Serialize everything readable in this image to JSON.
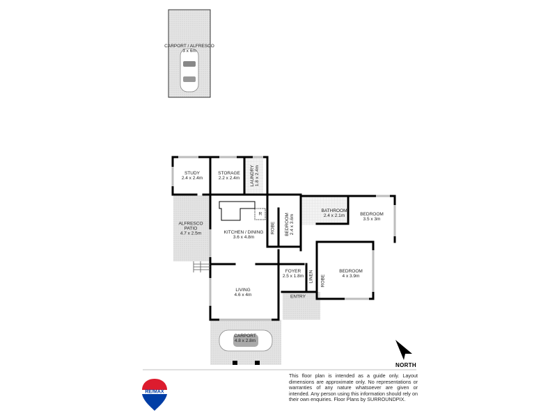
{
  "floorplan": {
    "rooms": [
      {
        "id": "carport-alfresco",
        "name": "CARPORT / ALFRESCO",
        "size": "3 x 6m"
      },
      {
        "id": "study",
        "name": "STUDY",
        "size": "2.4 x 2.4m"
      },
      {
        "id": "storage",
        "name": "STORAGE",
        "size": "2.2 x 2.4m"
      },
      {
        "id": "laundry",
        "name": "LAUNDRY",
        "size": "1.8 x 2.4m"
      },
      {
        "id": "alfresco-patio",
        "name": "ALFRESCO PATIO",
        "size": "4.7 x 2.5m"
      },
      {
        "id": "kitchen-dining",
        "name": "KITCHEN / DINING",
        "size": "3.6 x 4.8m"
      },
      {
        "id": "robe-1",
        "name": "ROBE",
        "size": ""
      },
      {
        "id": "bedroom-1",
        "name": "BEDROOM",
        "size": "2.4 x 3.6m"
      },
      {
        "id": "bathroom",
        "name": "BATHROOM",
        "size": "2.4 x 2.1m"
      },
      {
        "id": "bedroom-2",
        "name": "BEDROOM",
        "size": "3.5 x 3m"
      },
      {
        "id": "foyer",
        "name": "FOYER",
        "size": "2.5 x 1.8m"
      },
      {
        "id": "linen",
        "name": "LINEN",
        "size": ""
      },
      {
        "id": "robe-2",
        "name": "ROBE",
        "size": ""
      },
      {
        "id": "bedroom-3",
        "name": "BEDROOM",
        "size": "4 x 3.9m"
      },
      {
        "id": "living",
        "name": "LIVING",
        "size": "4.6 x 4m"
      },
      {
        "id": "entry",
        "name": "ENTRY",
        "size": ""
      },
      {
        "id": "carport",
        "name": "CARPORT",
        "size": "4.8 x 2.8m"
      }
    ],
    "fridge_label": "R",
    "compass_label": "NORTH",
    "disclaimer": "This floor plan is intended as a guide only. Layout dimensions are approximate only. No representations or warranties of any nature whatsoever are given or intended. Any person using this information should rely on their own enquiries. Floor Plans by  SURROUNDPIX.",
    "logo_text": "RE/MAX",
    "colors": {
      "wall": "#000000",
      "window": "#b9b9b9",
      "hatch": "#dcdcdc",
      "logo_red": "#dc1c2e",
      "logo_blue": "#003da5"
    }
  }
}
